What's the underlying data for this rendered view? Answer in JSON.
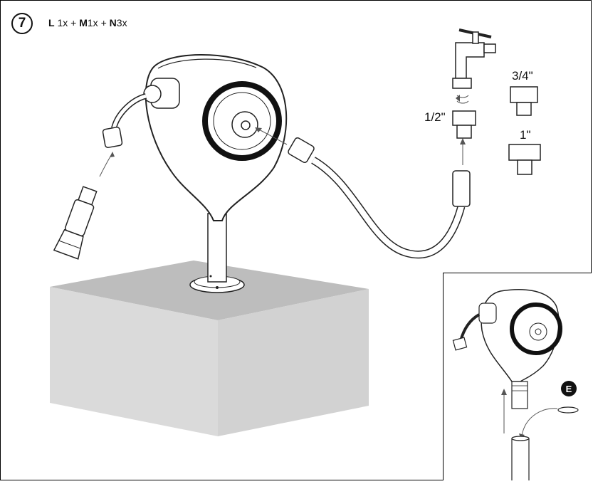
{
  "step": {
    "number": "7"
  },
  "parts": [
    {
      "letter": "L",
      "qty": "1x"
    },
    {
      "letter": "M",
      "qty": "1x"
    },
    {
      "letter": "N",
      "qty": "3x"
    }
  ],
  "parts_sep": "+",
  "adapters": {
    "half": "1/2\"",
    "three_quarter": "3/4\"",
    "one": "1\""
  },
  "inset": {
    "badge": "E"
  }
}
